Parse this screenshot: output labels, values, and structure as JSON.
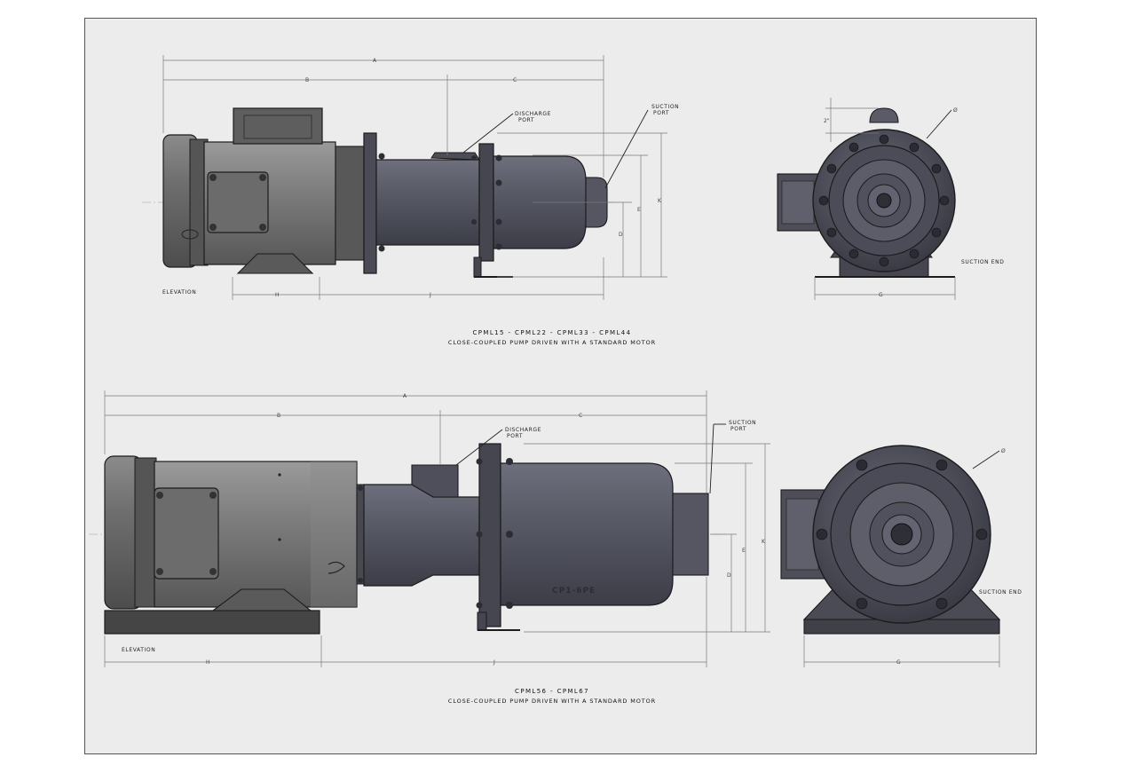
{
  "drawing": {
    "top": {
      "caption_models": "CPML15  -  CPML22  -  CPML33  -  CPML44",
      "caption_desc": "CLOSE-COUPLED PUMP DRIVEN WITH A STANDARD MOTOR",
      "view_label": "ELEVATION",
      "end_label": "SUCTION END",
      "discharge_label": [
        "DISCHARGE",
        "PORT"
      ],
      "suction_label": [
        "SUCTION",
        "PORT"
      ],
      "dims": {
        "A": "A",
        "B": "B",
        "C": "C",
        "D": "D",
        "E": "E",
        "K": "K",
        "H": "H",
        "J": "J",
        "G": "G",
        "two_inch": "2\"",
        "phi": "Ø"
      }
    },
    "bottom": {
      "caption_models": "CPML56  -  CPML67",
      "caption_desc": "CLOSE-COUPLED PUMP DRIVEN WITH A STANDARD MOTOR",
      "view_label": "ELEVATION",
      "end_label": "SUCTION END",
      "discharge_label": [
        "DISCHARGE",
        "PORT"
      ],
      "suction_label": [
        "SUCTION",
        "PORT"
      ],
      "cast_text": "CP1-6PE",
      "dims": {
        "A": "A",
        "B": "B",
        "C": "C",
        "D": "D",
        "E": "E",
        "K": "K",
        "H": "H",
        "J": "J",
        "G": "G",
        "phi": "Ø"
      }
    }
  },
  "colors": {
    "sheet": "#ececec",
    "motor": "#707070",
    "motor_dark": "#4a4a4a",
    "pump": "#5c5e6b",
    "pump_dark": "#3b3c46",
    "line": "#1c1c1c"
  }
}
